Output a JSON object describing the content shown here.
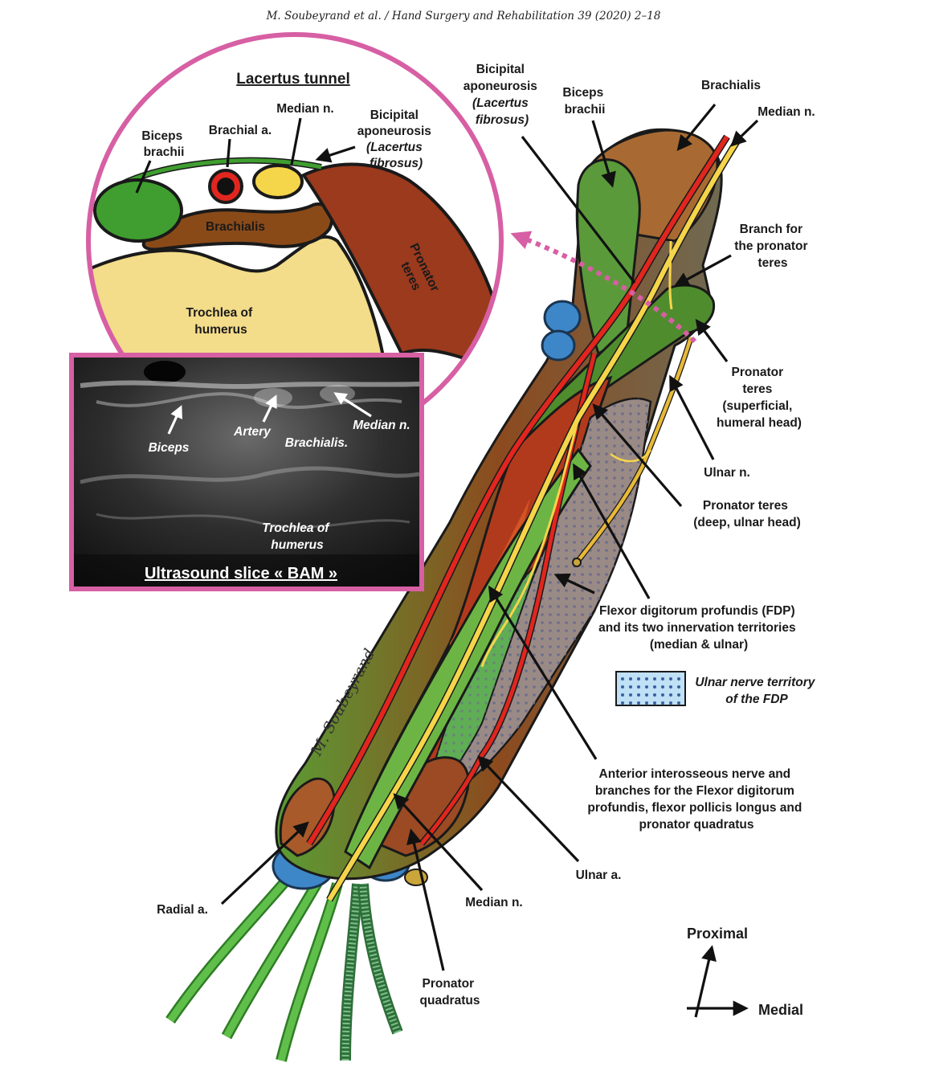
{
  "header": "M. Soubeyrand et al. / Hand Surgery and Rehabilitation 39 (2020) 2–18",
  "inset": {
    "title": "Lacertus tunnel",
    "labels": {
      "biceps": [
        "Biceps",
        "brachii"
      ],
      "brachial_a": "Brachial a.",
      "median_n": "Median n.",
      "aponeurosis": [
        "Bicipital",
        "aponeurosis",
        "(Lacertus",
        "fibrosus)"
      ],
      "brachialis": "Brachialis",
      "pronator": [
        "Pronator",
        "teres"
      ],
      "trochlea": [
        "Trochlea of",
        "humerus"
      ]
    }
  },
  "ultrasound": {
    "title": "Ultrasound slice « BAM »",
    "labels": {
      "biceps": "Biceps",
      "artery": "Artery",
      "brachialis": "Brachialis.",
      "median_n": "Median n.",
      "trochlea": [
        "Trochlea of",
        "humerus"
      ]
    }
  },
  "labels": {
    "bicipital_aponeurosis": [
      "Bicipital",
      "aponeurosis",
      "(Lacertus",
      "fibrosus)"
    ],
    "biceps_brachii": [
      "Biceps",
      "brachii"
    ],
    "brachialis": "Brachialis",
    "median_n_top": "Median n.",
    "branch_pronator": [
      "Branch for",
      "the pronator",
      "teres"
    ],
    "pronator_superficial": [
      "Pronator",
      "teres",
      "(superficial,",
      "humeral head)"
    ],
    "ulnar_n": "Ulnar n.",
    "pronator_deep": [
      "Pronator teres",
      "(deep, ulnar  head)"
    ],
    "fdp": [
      "Flexor digitorum profundis (FDP)",
      "and its two innervation territories",
      "(median & ulnar)"
    ],
    "legend_ulnar": [
      "Ulnar nerve territory",
      "of the FDP"
    ],
    "interosseous": [
      "Anterior interosseous nerve and",
      "branches for the Flexor digitorum",
      "profundis, flexor pollicis longus and",
      "pronator quadratus"
    ],
    "ulnar_a": "Ulnar a.",
    "median_n_bottom": "Median n.",
    "radial_a": "Radial a.",
    "pronator_quadratus": [
      "Pronator",
      "quadratus"
    ],
    "proximal": "Proximal",
    "medial": "Medial"
  },
  "signature": "M. Soubeyrand",
  "colors": {
    "magenta_frame": "#d75fa4",
    "biceps_green": "#3f9e2f",
    "brachialis_brown": "#8a4a18",
    "pronator_red": "#9b3a1d",
    "trochlea_yellow": "#f3dc8a",
    "artery_red": "#e0261e",
    "nerve_yellow": "#f5d54a",
    "bone_blue": "#3d86c8"
  }
}
